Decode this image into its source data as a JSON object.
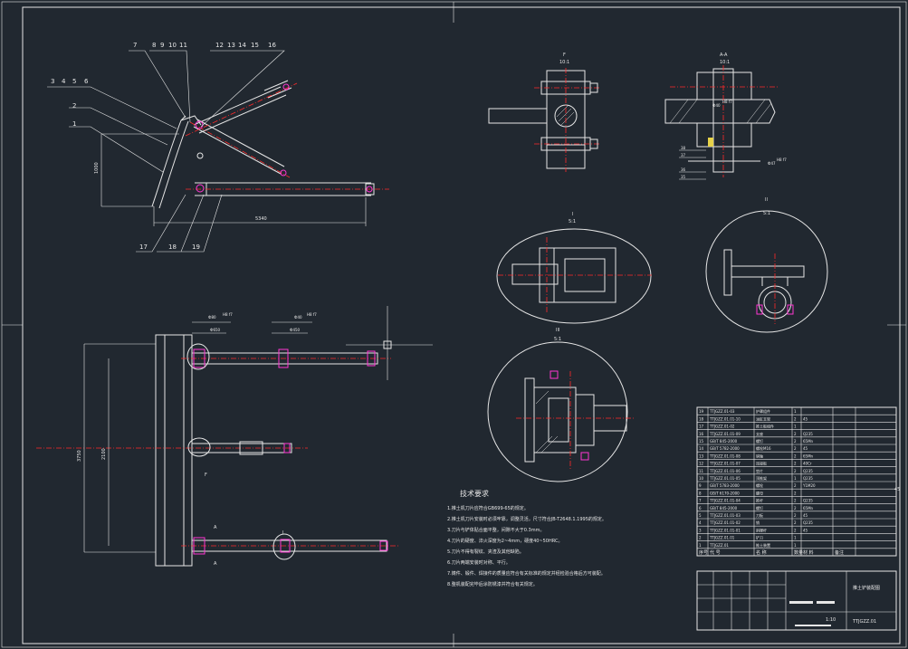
{
  "colors": {
    "background": "#212830",
    "line": "#e6e6e6",
    "centerline": "#ff2a2a",
    "highlight": "#ff36d2",
    "yellow": "#e6d24a"
  },
  "leaders": [
    "7",
    "8",
    "9",
    "10",
    "11",
    "12",
    "13",
    "14",
    "15",
    "16",
    "3",
    "4",
    "5",
    "6",
    "2",
    "1",
    "17",
    "18",
    "19"
  ],
  "dimensions": {
    "height_1000": "1000",
    "length_5340": "5340",
    "plan_3750": "3750",
    "plan_2100": "2100",
    "d1": "Ф80",
    "d1_fit": "H8 f7",
    "d2": "Ф650",
    "d3": "Ф40",
    "d3_fit": "H8 f7",
    "d4": "Ф450",
    "aa_d": "Ф40",
    "aa_fit": "H8 f7",
    "aa_d2": "Ф47",
    "aa_fit2": "H8 f7"
  },
  "section_marks": {
    "A": "A",
    "I": "I",
    "F": "F"
  },
  "views": {
    "F": {
      "title": "F",
      "scale": "10:1"
    },
    "AA": {
      "title": "A-A",
      "scale": "10:1",
      "numbers": [
        "38",
        "37",
        "36",
        "35"
      ]
    },
    "I": {
      "title": "I",
      "scale": "5:1"
    },
    "II": {
      "title": "II",
      "scale": "5:1"
    },
    "III": {
      "title": "III",
      "scale": "5:1"
    }
  },
  "requirements": {
    "title": "技术要求",
    "items": [
      "1.推土机刀片应符合GB699-65的规定。",
      "2.推土机刀片安装时必须牢靠，调整灵活，尺寸符合JB-T2648.1.1995的规定。",
      "3.刀片与铲体贴合面平整，间隙不大于0.3mm。",
      "4.刀片的硬度、淬火深度为2~4mm，硬度40~50HRC。",
      "5.刀片不得有裂纹、夹渣及其他缺陷。",
      "6.刀片两端安装时对称、平行。",
      "7.铸件、锻件、焊接件的质量应符合有关标准的规定并经检验合格后方可装配。",
      "8.整机装配完毕后涂防锈漆并符合有关规定。"
    ]
  },
  "bom": {
    "rows": [
      {
        "no": "19",
        "code": "TTJGZZ.01-03",
        "name": "护罩组件",
        "qty": "1",
        "mat": "",
        "note": ""
      },
      {
        "no": "18",
        "code": "TTJGZZ.01.01-10",
        "name": "油缸支架",
        "qty": "2",
        "mat": "45",
        "note": ""
      },
      {
        "no": "17",
        "code": "TTJGZZ.01-02",
        "name": "推土板组件",
        "qty": "1",
        "mat": "",
        "note": ""
      },
      {
        "no": "16",
        "code": "TTJGZZ.01.01-09",
        "name": "支座",
        "qty": "2",
        "mat": "Q235",
        "note": ""
      },
      {
        "no": "15",
        "code": "GB/T 845-2000",
        "name": "螺钉",
        "qty": "2",
        "mat": "65Mn",
        "note": ""
      },
      {
        "no": "14",
        "code": "GB/T 5782-2000",
        "name": "螺栓M16",
        "qty": "2",
        "mat": "45",
        "note": ""
      },
      {
        "no": "13",
        "code": "TTJGZZ.01.01-08",
        "name": "销轴",
        "qty": "2",
        "mat": "65Mn",
        "note": ""
      },
      {
        "no": "12",
        "code": "TTJGZZ.01.01-07",
        "name": "连接板",
        "qty": "2",
        "mat": "40Cr",
        "note": ""
      },
      {
        "no": "11",
        "code": "TTJGZZ.01.01-06",
        "name": "垫片",
        "qty": "2",
        "mat": "Q235",
        "note": ""
      },
      {
        "no": "10",
        "code": "TTJGZZ.01.01-05",
        "name": "顶推架",
        "qty": "1",
        "mat": "Q235",
        "note": ""
      },
      {
        "no": "9",
        "code": "GB/T 5783-2000",
        "name": "螺栓",
        "qty": "2",
        "mat": "Y1M20",
        "note": ""
      },
      {
        "no": "8",
        "code": "GB/T 6170-2000",
        "name": "螺母",
        "qty": "2",
        "mat": "",
        "note": ""
      },
      {
        "no": "7",
        "code": "TTJGZZ.01.01-04",
        "name": "推杆",
        "qty": "2",
        "mat": "Q235",
        "note": ""
      },
      {
        "no": "6",
        "code": "GB/T 845-2000",
        "name": "螺钉",
        "qty": "2",
        "mat": "65Mn",
        "note": ""
      },
      {
        "no": "5",
        "code": "TTJGZZ.01.01-03",
        "name": "刀板",
        "qty": "2",
        "mat": "45",
        "note": ""
      },
      {
        "no": "4",
        "code": "TTJGZZ.01.01-02",
        "name": "销",
        "qty": "2",
        "mat": "Q235",
        "note": ""
      },
      {
        "no": "3",
        "code": "TTJGZZ.01.01-01",
        "name": "斜撑杆",
        "qty": "2",
        "mat": "45",
        "note": ""
      },
      {
        "no": "2",
        "code": "TTJGZZ.01.01",
        "name": "铲刀",
        "qty": "1",
        "mat": "",
        "note": ""
      },
      {
        "no": "1",
        "code": "TTJGZZ.01",
        "name": "推土装置",
        "qty": "1",
        "mat": "",
        "note": ""
      }
    ],
    "header": {
      "no": "序号",
      "code": "代 号",
      "name": "名 称",
      "qty": "数量",
      "mat": "材 料",
      "note": "备注"
    },
    "side_number": "45"
  },
  "title_block": {
    "name": "推土铲装配图",
    "scale": "1:10",
    "code": "TTJGZZ.01"
  }
}
